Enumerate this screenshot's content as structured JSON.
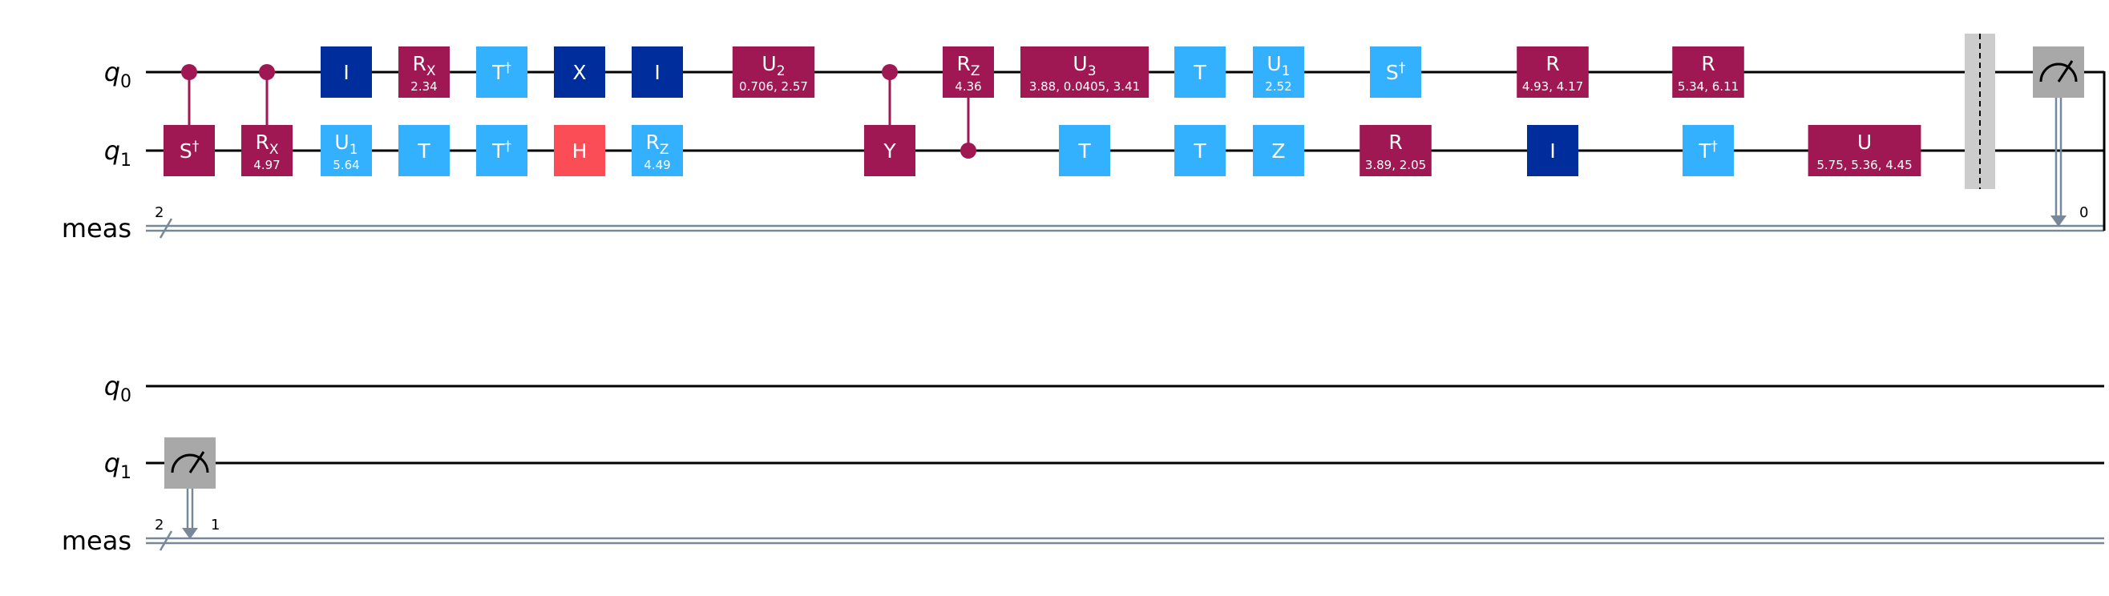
{
  "colors": {
    "wire": "#000000",
    "classical": "#778899",
    "param_gate": "#9f1853",
    "clifford_light": "#33b1ff",
    "pauli_dark": "#002d9c",
    "hadamard": "#fa4d56",
    "measure": "#a8a8a8",
    "barrier": "#cccccc",
    "text_light": "#ffffff",
    "text_dark": "#000000"
  },
  "rows": [
    {
      "wires": [
        {
          "id": "q0",
          "name": "q",
          "sub": "0",
          "kind": "quantum"
        },
        {
          "id": "q1",
          "name": "q",
          "sub": "1",
          "kind": "quantum"
        },
        {
          "id": "meas",
          "name": "meas",
          "sub": "",
          "kind": "classical",
          "bus_width": "2"
        }
      ],
      "gates": [
        {
          "col": 1,
          "type": "controlled",
          "ctrl": "q0",
          "target": "q1",
          "label": "S",
          "sup": "†",
          "param": "",
          "color": "param_gate"
        },
        {
          "col": 2,
          "type": "controlled",
          "ctrl": "q0",
          "target": "q1",
          "label": "R",
          "sub": "X",
          "param": "4.97",
          "color": "param_gate"
        },
        {
          "col": 3,
          "type": "gate",
          "wire": "q0",
          "label": "I",
          "param": "",
          "color": "pauli_dark"
        },
        {
          "col": 3,
          "type": "gate",
          "wire": "q1",
          "label": "U",
          "sub": "1",
          "param": "5.64",
          "color": "clifford_light"
        },
        {
          "col": 4,
          "type": "gate",
          "wire": "q0",
          "label": "R",
          "sub": "X",
          "param": "2.34",
          "color": "param_gate"
        },
        {
          "col": 4,
          "type": "gate",
          "wire": "q1",
          "label": "T",
          "param": "",
          "color": "clifford_light"
        },
        {
          "col": 5,
          "type": "gate",
          "wire": "q0",
          "label": "T",
          "sup": "†",
          "param": "",
          "color": "clifford_light"
        },
        {
          "col": 5,
          "type": "gate",
          "wire": "q1",
          "label": "T",
          "sup": "†",
          "param": "",
          "color": "clifford_light"
        },
        {
          "col": 6,
          "type": "gate",
          "wire": "q0",
          "label": "X",
          "param": "",
          "color": "pauli_dark"
        },
        {
          "col": 6,
          "type": "gate",
          "wire": "q1",
          "label": "H",
          "param": "",
          "color": "hadamard"
        },
        {
          "col": 7,
          "type": "gate",
          "wire": "q0",
          "label": "I",
          "param": "",
          "color": "pauli_dark"
        },
        {
          "col": 7,
          "type": "gate",
          "wire": "q1",
          "label": "R",
          "sub": "Z",
          "param": "4.49",
          "color": "clifford_light"
        },
        {
          "col": 8,
          "type": "gate",
          "wire": "q0",
          "label": "U",
          "sub": "2",
          "param": "0.706, 2.57",
          "color": "param_gate",
          "wide": 1.6
        },
        {
          "col": 9,
          "type": "controlled",
          "ctrl": "q0",
          "target": "q1",
          "label": "Y",
          "param": "",
          "color": "param_gate"
        },
        {
          "col": 10,
          "type": "controlled",
          "ctrl": "q1",
          "target": "q0",
          "label": "R",
          "sub": "Z",
          "param": "4.36",
          "color": "param_gate"
        },
        {
          "col": 11,
          "type": "gate",
          "wire": "q0",
          "label": "U",
          "sub": "3",
          "param": "3.88, 0.0405, 3.41",
          "color": "param_gate",
          "wide": 2.5
        },
        {
          "col": 11,
          "type": "gate",
          "wire": "q1",
          "label": "T",
          "param": "",
          "color": "clifford_light"
        },
        {
          "col": 12,
          "type": "gate",
          "wire": "q0",
          "label": "T",
          "param": "",
          "color": "clifford_light"
        },
        {
          "col": 12,
          "type": "gate",
          "wire": "q1",
          "label": "T",
          "param": "",
          "color": "clifford_light"
        },
        {
          "col": 13,
          "type": "gate",
          "wire": "q0",
          "label": "U",
          "sub": "1",
          "param": "2.52",
          "color": "clifford_light"
        },
        {
          "col": 13,
          "type": "gate",
          "wire": "q1",
          "label": "Z",
          "param": "",
          "color": "clifford_light"
        },
        {
          "col": 14,
          "type": "gate",
          "wire": "q0",
          "label": "S",
          "sup": "†",
          "param": "",
          "color": "clifford_light"
        },
        {
          "col": 14,
          "type": "gate",
          "wire": "q1",
          "label": "R",
          "param": "3.89, 2.05",
          "color": "param_gate",
          "wide": 1.4
        },
        {
          "col": 15,
          "type": "gate",
          "wire": "q0",
          "label": "R",
          "param": "4.93, 4.17",
          "color": "param_gate",
          "wide": 1.4
        },
        {
          "col": 15,
          "type": "gate",
          "wire": "q1",
          "label": "I",
          "param": "",
          "color": "pauli_dark"
        },
        {
          "col": 16,
          "type": "gate",
          "wire": "q0",
          "label": "R",
          "param": "5.34, 6.11",
          "color": "param_gate",
          "wide": 1.4
        },
        {
          "col": 16,
          "type": "gate",
          "wire": "q1",
          "label": "T",
          "sup": "†",
          "param": "",
          "color": "clifford_light"
        },
        {
          "col": 17,
          "type": "gate",
          "wire": "q1",
          "label": "U",
          "param": "5.75, 5.36, 4.45",
          "color": "param_gate",
          "wide": 2.2
        },
        {
          "col": 18,
          "type": "barrier"
        },
        {
          "col": 19,
          "type": "measure",
          "wire": "q0",
          "bit": "0"
        }
      ]
    },
    {
      "wires": [
        {
          "id": "q0",
          "name": "q",
          "sub": "0",
          "kind": "quantum"
        },
        {
          "id": "q1",
          "name": "q",
          "sub": "1",
          "kind": "quantum"
        },
        {
          "id": "meas",
          "name": "meas",
          "sub": "",
          "kind": "classical",
          "bus_width": "2"
        }
      ],
      "gates": [
        {
          "col": 1,
          "type": "measure",
          "wire": "q1",
          "bit": "1"
        }
      ]
    }
  ]
}
